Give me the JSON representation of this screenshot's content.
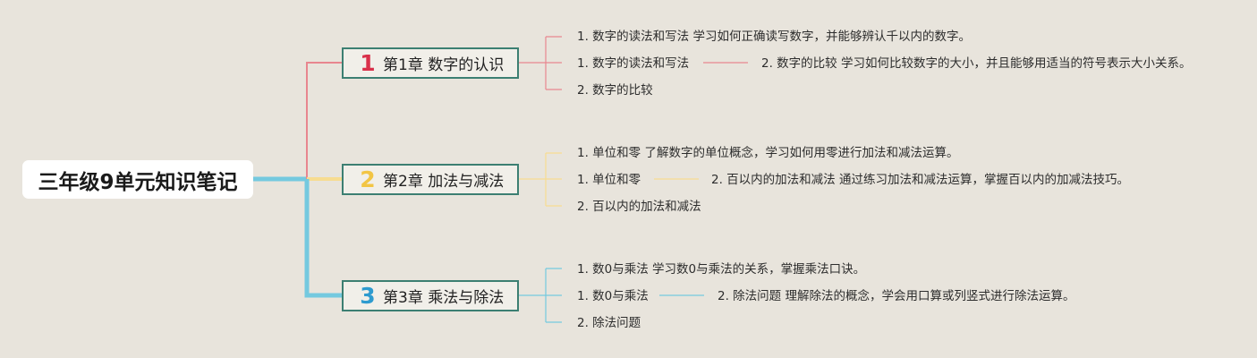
{
  "root": {
    "title": "三年级9单元知识笔记"
  },
  "colors": {
    "branch1": "#e8868f",
    "branch2": "#f7dc91",
    "branch3": "#74c9df",
    "chapter_border": "#3c7f72"
  },
  "chapters": [
    {
      "number": "1",
      "label": "第1章 数字的认识",
      "items": [
        "1. 数字的读法和写法 学习如何正确读写数字，并能够辨认千以内的数字。",
        "1. 数字的读法和写法",
        "2. 数字的比较 学习如何比较数字的大小，并且能够用适当的符号表示大小关系。",
        "2. 数字的比较"
      ]
    },
    {
      "number": "2",
      "label": "第2章 加法与减法",
      "items": [
        "1. 单位和零 了解数字的单位概念，学习如何用零进行加法和减法运算。",
        "1. 单位和零",
        "2. 百以内的加法和减法 通过练习加法和减法运算，掌握百以内的加减法技巧。",
        "2. 百以内的加法和减法"
      ]
    },
    {
      "number": "3",
      "label": "第3章 乘法与除法",
      "items": [
        "1. 数0与乘法 学习数0与乘法的关系，掌握乘法口诀。",
        "1. 数0与乘法",
        "2. 除法问题 理解除法的概念，学会用口算或列竖式进行除法运算。",
        "2. 除法问题"
      ]
    }
  ]
}
